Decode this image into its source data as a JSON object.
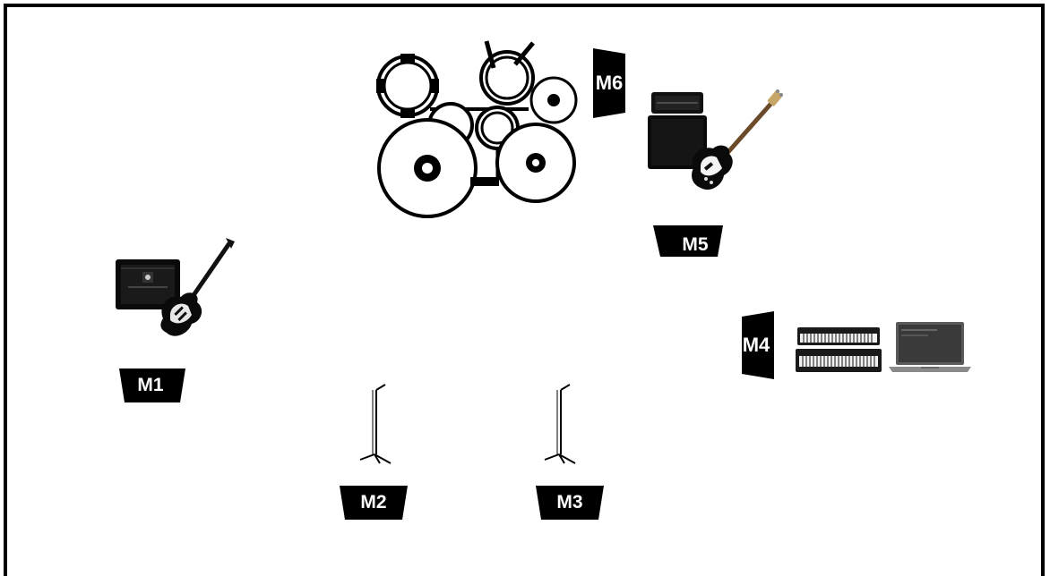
{
  "title": "",
  "monitors": {
    "m1": "M1",
    "m2": "M2",
    "m3": "M3",
    "m4": "M4",
    "m5": "M5",
    "m6": "M6"
  },
  "icons": {
    "drum_kit": "drum-kit-icon",
    "bass_amp": "bass-amp-icon",
    "bass_guitar": "bass-guitar-icon",
    "guitar_amp": "guitar-amp-icon",
    "electric_guitar": "electric-guitar-icon",
    "mic_stand": "mic-stand-icon",
    "keyboards": "keyboard-icon",
    "laptop": "laptop-icon"
  },
  "colors": {
    "wedge": "#000000",
    "label": "#ffffff",
    "border": "#000000"
  }
}
